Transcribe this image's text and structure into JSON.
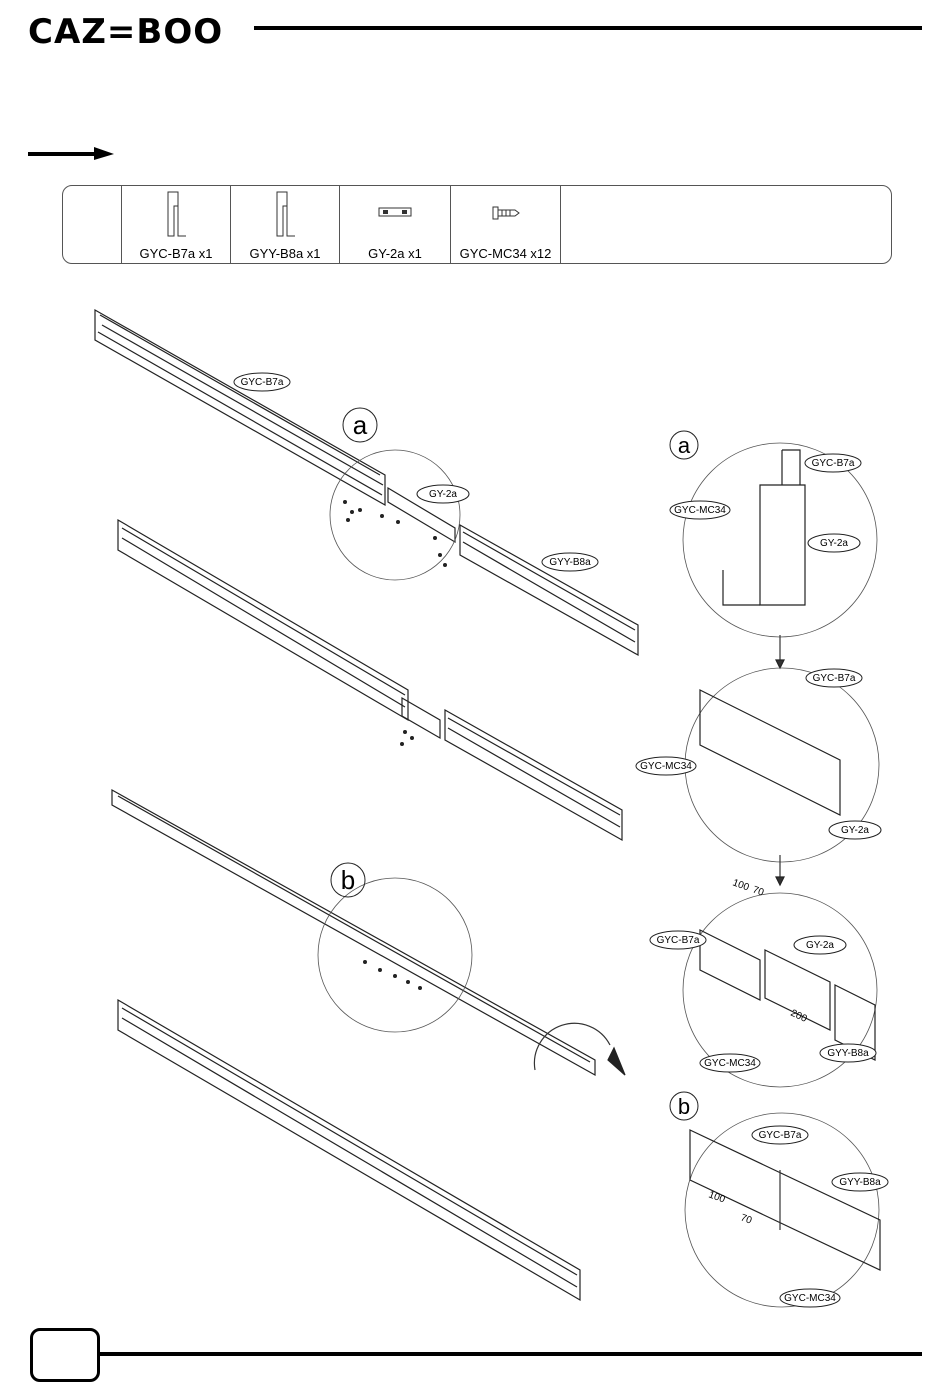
{
  "header": {
    "brand": "CAZ=BOO"
  },
  "parts": [
    {
      "code": "GYC-B7a",
      "qty": "x1",
      "label": "GYC-B7a   x1",
      "icon": "bracket-post-icon"
    },
    {
      "code": "GYY-B8a",
      "qty": "x1",
      "label": "GYY-B8a   x1",
      "icon": "bracket-post-icon"
    },
    {
      "code": "GY-2a",
      "qty": "x1",
      "label": "GY-2a  x1",
      "icon": "connector-plate-icon"
    },
    {
      "code": "GYC-MC34",
      "qty": "x12",
      "label": "GYC-MC34 x12",
      "icon": "screw-icon"
    }
  ],
  "callouts": {
    "a": "a",
    "b": "b",
    "gyc_b7a": "GYC-B7a",
    "gy_2a": "GY-2a",
    "gyy_b8a": "GYY-B8a",
    "gyc_mc34": "GYC-MC34",
    "dim_100": "100",
    "dim_70": "70",
    "dim_200": "200"
  },
  "colors": {
    "ink": "#000000",
    "line": "#333333",
    "paper": "#ffffff"
  }
}
